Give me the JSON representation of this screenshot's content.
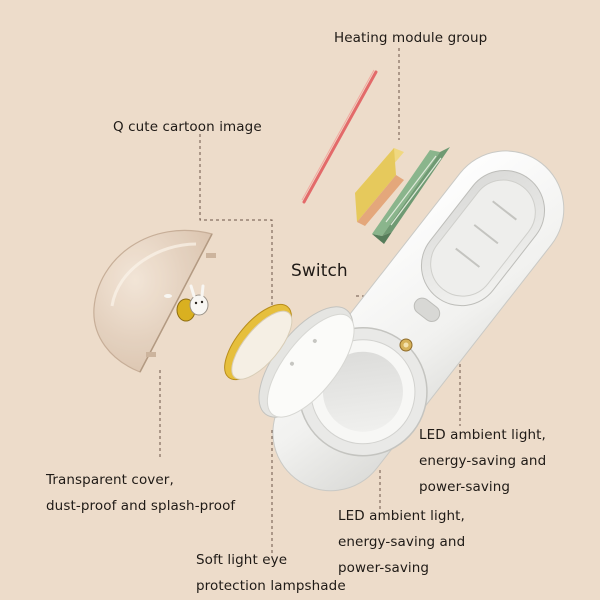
{
  "labels": {
    "heating": "Heating module group",
    "cartoon": "Q cute cartoon image",
    "switch": "Switch",
    "cover": [
      "Transparent cover,",
      "dust-proof and splash-proof"
    ],
    "lampshade": [
      "Soft light eye",
      "protection lampshade"
    ],
    "led_right": [
      "LED ambient light,",
      "energy-saving and",
      "power-saving"
    ],
    "led_bottom": [
      "LED ambient light,",
      "energy-saving and",
      "power-saving"
    ]
  },
  "colors": {
    "background": "#eddcca",
    "body_white": "#f7f7f5",
    "cover_tint": "#ddc8b4",
    "mascot_yellow": "#d9b020",
    "heating_red": "#e36a6a",
    "heating_sponge": "#e6c95c",
    "pcb_green": "#6f9a73",
    "leader_line": "#6b5548"
  }
}
